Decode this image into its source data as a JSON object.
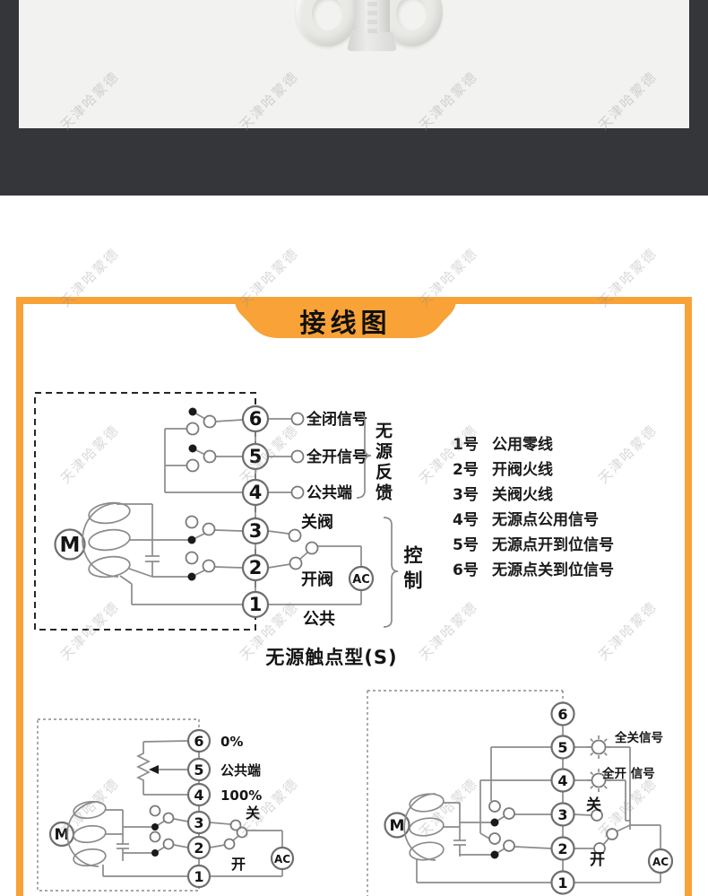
{
  "watermark": {
    "text": "天津哈蒙德"
  },
  "banner": {
    "title": "接线图"
  },
  "colors": {
    "accent_orange": "#F8A237",
    "dark_band": "#35363A",
    "photo_background": "#F2F3F1"
  },
  "main_diagram": {
    "terminals": [
      "6",
      "5",
      "4",
      "3",
      "2",
      "1"
    ],
    "labels": {
      "t6": "全闭信号",
      "t5": "全开信号",
      "t4": "公共端",
      "close_valve": "关阀",
      "open_valve": "开阀",
      "common": "公共",
      "motor": "M",
      "ac": "AC",
      "feedback_group": "无源反馈",
      "control_group": "控制"
    },
    "caption": "无源触点型(S)"
  },
  "wiring_legend": {
    "items": [
      {
        "num": "1号",
        "label": "公用零线"
      },
      {
        "num": "2号",
        "label": "开阀火线"
      },
      {
        "num": "3号",
        "label": "关阀火线"
      },
      {
        "num": "4号",
        "label": "无源点公用信号"
      },
      {
        "num": "5号",
        "label": "无源点开到位信号"
      },
      {
        "num": "6号",
        "label": "无源点关到位信号"
      }
    ]
  },
  "bottom_left_diagram": {
    "terminals": [
      "6",
      "5",
      "4",
      "3",
      "2",
      "1"
    ],
    "labels": {
      "t6": "0%",
      "t5": "公共端",
      "t4": "100%",
      "close": "关",
      "open": "开",
      "motor": "M",
      "ac": "AC"
    }
  },
  "bottom_right_diagram": {
    "terminals": [
      "6",
      "5",
      "4",
      "3",
      "2",
      "1"
    ],
    "labels": {
      "t5": "全关信号",
      "t4": "全开 信号",
      "close": "关",
      "open": "开",
      "motor": "M",
      "ac": "AC"
    }
  }
}
